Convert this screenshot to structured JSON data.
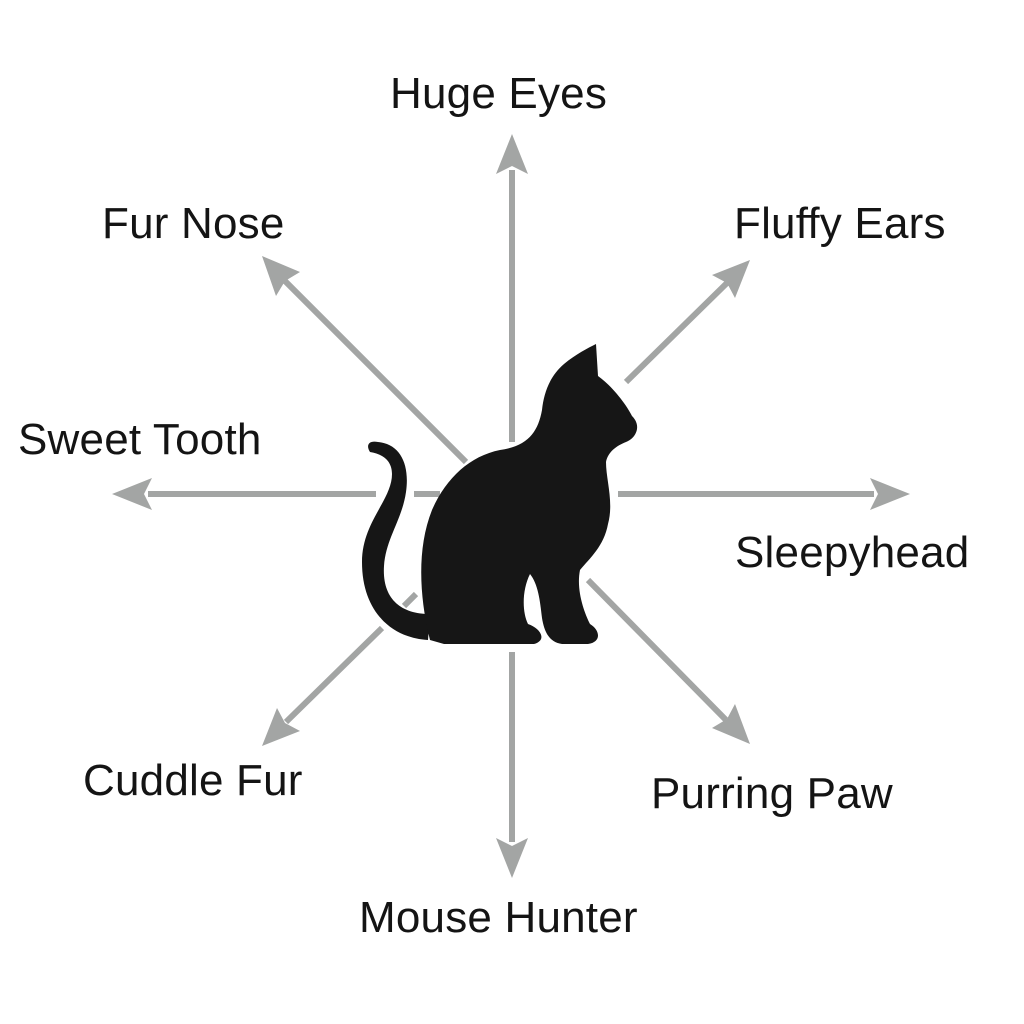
{
  "diagram": {
    "center": {
      "icon": "cat-silhouette-icon"
    },
    "arrow_color": "#a3a5a4",
    "text_color": "#141414",
    "icon_color": "#161616",
    "labels": {
      "top": "Huge Eyes",
      "top_right": "Fluffy Ears",
      "top_left": "Fur Nose",
      "left": "Sweet Tooth",
      "right": "Sleepyhead",
      "bottom_left": "Cuddle Fur",
      "bottom_right": "Purring Paw",
      "bottom": "Mouse Hunter"
    }
  }
}
